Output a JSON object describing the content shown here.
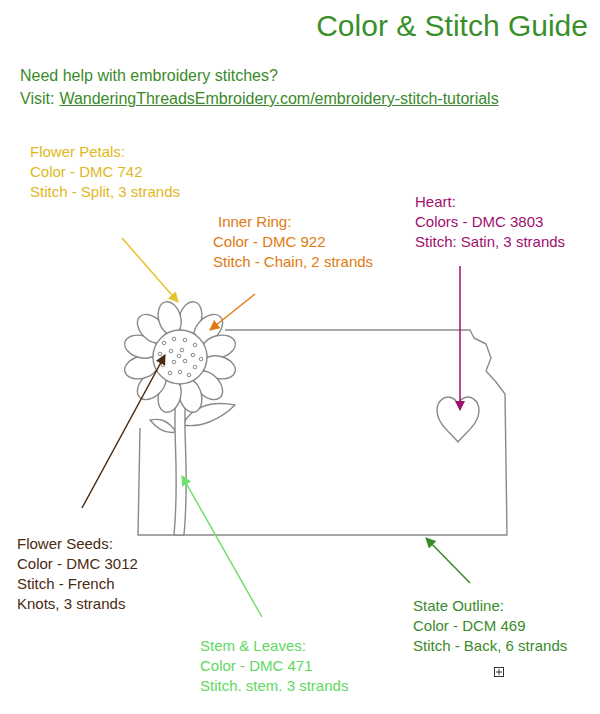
{
  "diagram": {
    "title": "Color & Stitch Guide",
    "labels": [
      "Need help with embroidery stitches?",
      "Visit:",
      "WanderingThreadsEmbroidery.com/embroidery-stitch-tutorials",
      "Flower Petals:",
      "Color - DMC 742",
      "Stitch - Split, 3 strands",
      "Inner Ring:",
      "Color - DMC 922",
      "Stitch - Chain, 2 strands",
      "Heart:",
      "Colors - DMC 3803",
      "Stitch: Satin, 3 strands",
      "Flower Seeds:",
      "Color - DMC 3012",
      "Stitch - French",
      "Knots, 3 strands",
      "Stem & Leaves:",
      "Color - DMC 471",
      "Stitch. stem. 3 strands",
      "State Outline:",
      "Color - DCM 469",
      "Stitch - Back, 6 strands"
    ]
  }
}
